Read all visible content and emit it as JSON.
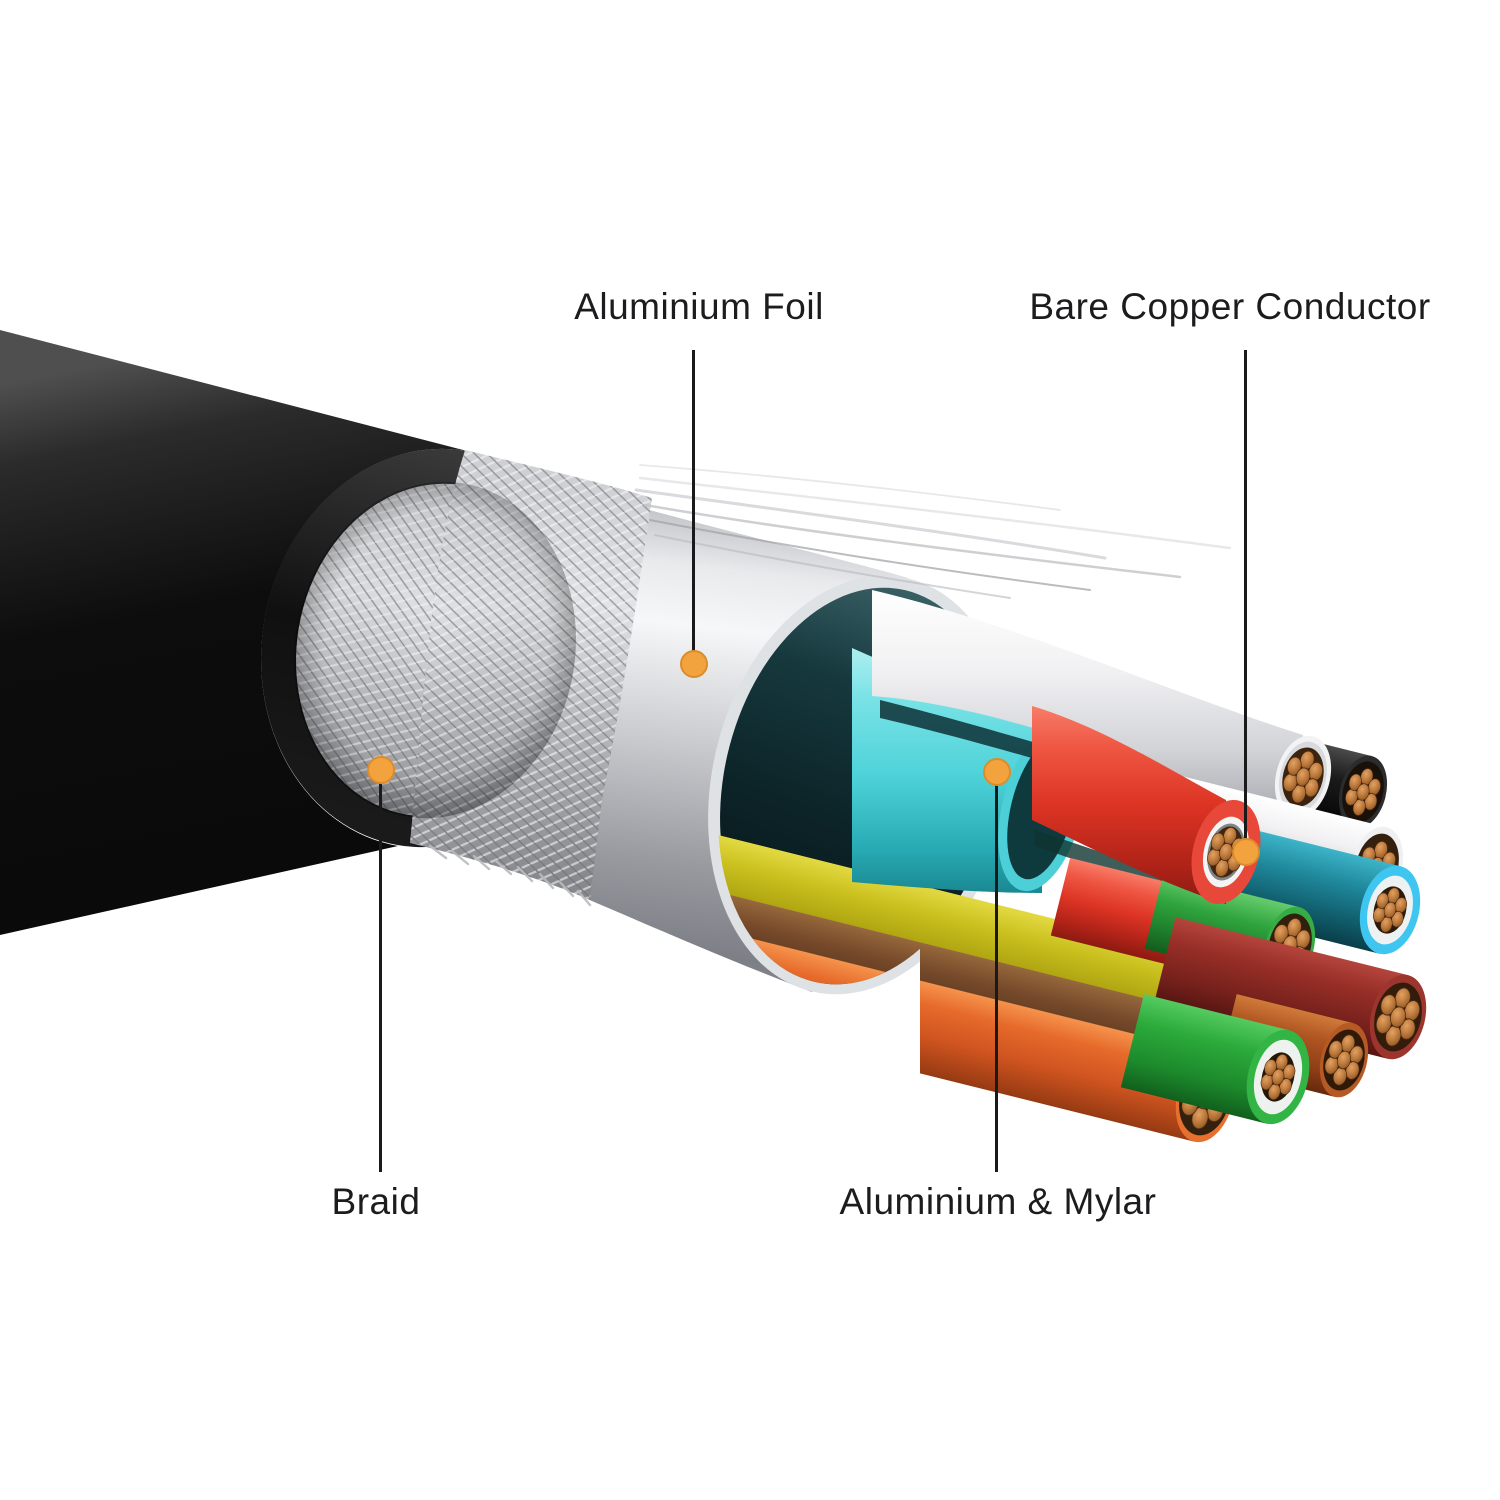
{
  "figure": {
    "type": "cable-cutaway-diagram",
    "colors": {
      "background": "#ffffff",
      "marker": "#f2a33d",
      "marker_edge": "#dd8c2b",
      "leader_line": "#1a1a1a",
      "label_text": "#1c1c1e"
    },
    "annotations": {
      "aluminium_foil": "Aluminium Foil",
      "bare_copper_conductor": "Bare Copper Conductor",
      "braid": "Braid",
      "aluminium_mylar": "Aluminium & Mylar"
    },
    "cable": {
      "layers": {
        "outer_jacket": "#101010",
        "braid": "#c7c8cb",
        "aluminium_foil": "#c5c6ca",
        "aluminium_mylar": "#4fd3d9",
        "copper": "#b3713a"
      },
      "conductors": [
        {
          "name": "white",
          "color": "#f2f2f4"
        },
        {
          "name": "black",
          "color": "#1e1e1e"
        },
        {
          "name": "white",
          "color": "#eff0f2"
        },
        {
          "name": "blue",
          "color": "#3fc6f0"
        },
        {
          "name": "red",
          "color": "#e23a2b"
        },
        {
          "name": "red",
          "color": "#df4936"
        },
        {
          "name": "green",
          "color": "#35ad44"
        },
        {
          "name": "maroon",
          "color": "#9c352d"
        },
        {
          "name": "yellow",
          "color": "#d8ce33"
        },
        {
          "name": "brown",
          "color": "#7c4e2c"
        },
        {
          "name": "green",
          "color": "#33b545"
        },
        {
          "name": "rust",
          "color": "#b65a25"
        },
        {
          "name": "orange",
          "color": "#e8702f"
        }
      ]
    }
  }
}
